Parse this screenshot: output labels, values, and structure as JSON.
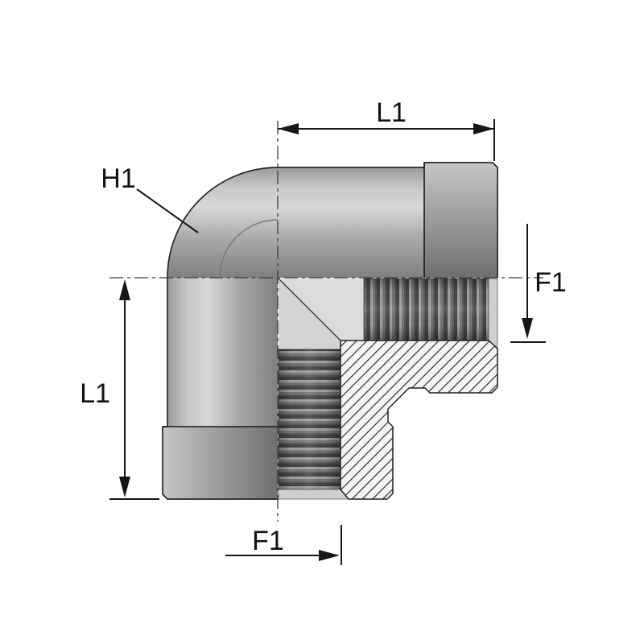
{
  "drawing": {
    "kind": "technical-drawing",
    "subject": "90-degree elbow fitting with two female threaded ports, half-section view"
  },
  "labels": {
    "dim_top": "L1",
    "dim_left": "L1",
    "dim_right": "F1",
    "dim_bottom": "F1",
    "leader": "H1"
  },
  "colors": {
    "background": "#ffffff",
    "line": "#161616",
    "label": "#111111",
    "body_light": "#d6d6d6",
    "body_dark": "#7f7f7f",
    "hatch_bg": "#f4f4f4",
    "hatch_line": "#2f2f2f",
    "thread_dark": "#454545",
    "chamfer_gray": "#d4d4d4"
  }
}
